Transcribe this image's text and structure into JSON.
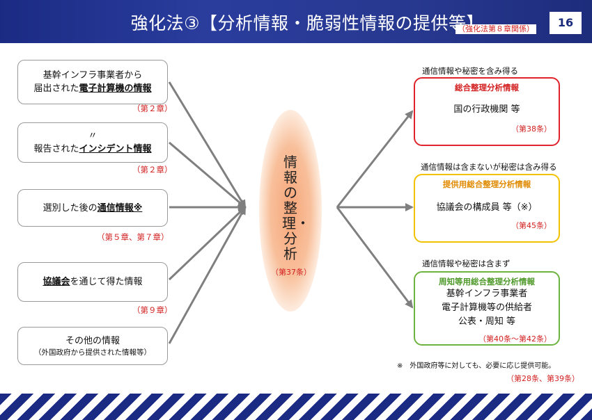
{
  "header": {
    "title": "強化法③【分析情報・脆弱性情報の提供等】",
    "subtitle": "（強化法第８章関係）",
    "page_number": "16"
  },
  "sources": [
    {
      "line1": "基幹インフラ事業者から",
      "line2_pre": "届出された",
      "line2_bold": "電子計算機の情報",
      "line2_post": "",
      "chapter": "（第２章）"
    },
    {
      "line1": "〃",
      "line2_pre": "報告された",
      "line2_bold": "インシデント情報",
      "line2_post": "",
      "chapter": "（第２章）"
    },
    {
      "line1": "",
      "line2_pre": "選別した後の",
      "line2_bold": "通信情報※",
      "line2_post": "",
      "chapter": "（第５章、第７章）"
    },
    {
      "line1": "",
      "line2_pre": "",
      "line2_bold": "協議会",
      "line2_post": "を通じて得た情報",
      "chapter": "（第９章）"
    },
    {
      "line1": "その他の情報",
      "line2_pre": "",
      "line2_bold": "",
      "line2_post": "（外国政府から提供された情報等）",
      "chapter": ""
    }
  ],
  "center": {
    "label": "情報の整理・分析",
    "chapter": "（第37条）"
  },
  "outputs": [
    {
      "caption": "通信情報や秘密を含み得る",
      "title": "総合整理分析情報",
      "lines": [
        "国の行政機関 等"
      ],
      "chapter": "（第38条）",
      "color": "#e0232a"
    },
    {
      "caption": "通信情報は含まないが秘密は含み得る",
      "title": "提供用総合整理分析情報",
      "lines": [
        "協議会の構成員 等（※）"
      ],
      "chapter": "（第45条）",
      "color": "#f2c200"
    },
    {
      "caption": "通信情報や秘密は含まず",
      "title": "周知等用総合整理分析情報",
      "lines": [
        "基幹インフラ事業者",
        "電子計算機等の供給者",
        "公表・周知 等"
      ],
      "chapter": "（第40条～第42条）",
      "color": "#6db33f"
    }
  ],
  "footnote": {
    "text": "※　外国政府等に対しても、必要に応じ提供可能。",
    "chapter": "（第28条、第39条）"
  },
  "colors": {
    "header_blue": "#1b2b84",
    "red": "#d32020",
    "yellow_border": "#f2c200",
    "green_border": "#6db33f",
    "arrow_gray": "#7f7f7f"
  }
}
